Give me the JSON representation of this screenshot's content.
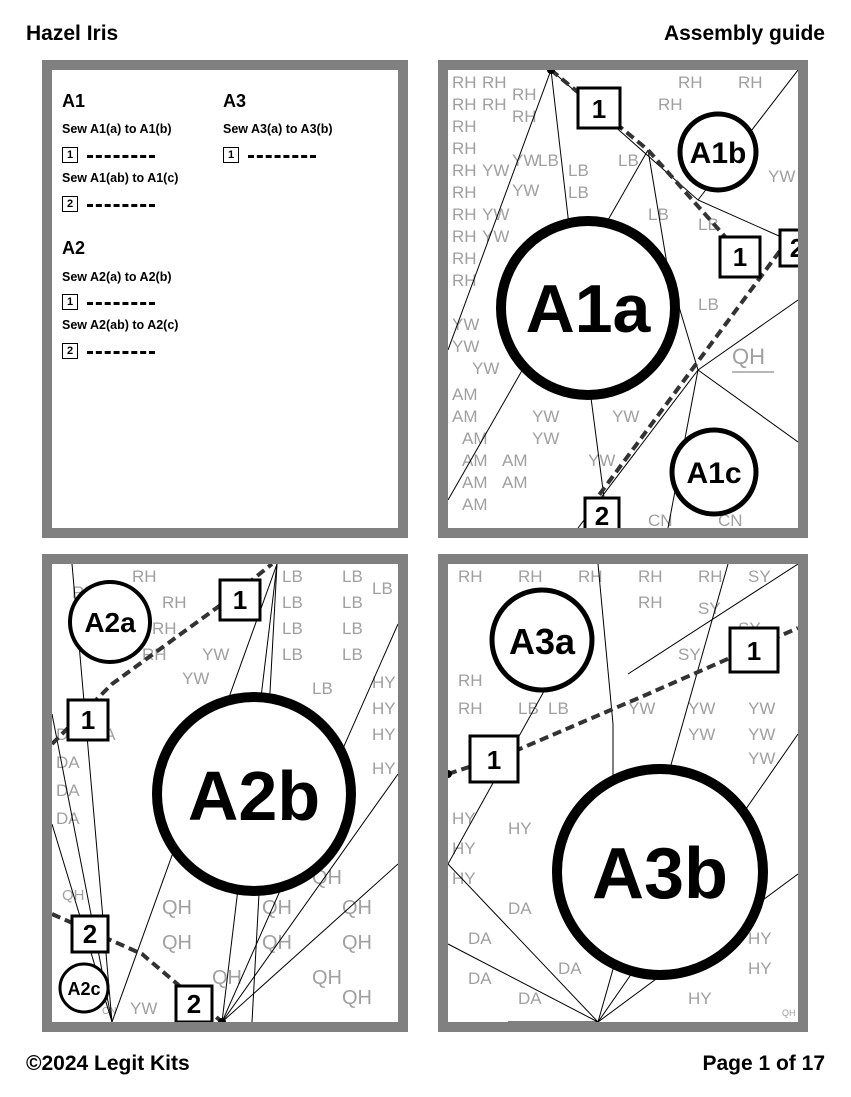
{
  "header": {
    "pattern_name": "Hazel Iris",
    "doc_title": "Assembly guide"
  },
  "footer": {
    "copyright": "©2024 Legit Kits",
    "page": "Page 1 of 17"
  },
  "instructions": {
    "a1": {
      "title": "A1",
      "step1_text": "Sew A1(a) to A1(b)",
      "step1_num": "1",
      "step2_text": "Sew A1(ab) to A1(c)",
      "step2_num": "2"
    },
    "a2": {
      "title": "A2",
      "step1_text": "Sew A2(a) to A2(b)",
      "step1_num": "1",
      "step2_text": "Sew A2(ab) to A2(c)",
      "step2_num": "2"
    },
    "a3": {
      "title": "A3",
      "step1_text": "Sew A3(a) to A3(b)",
      "step1_num": "1"
    }
  },
  "diagrams": {
    "a1": {
      "pieces": [
        "A1a",
        "A1b",
        "A1c"
      ],
      "seam_labels": [
        "1",
        "1",
        "2",
        "2"
      ],
      "color_codes": [
        "RH",
        "YW",
        "LB",
        "AM",
        "QH",
        "CN"
      ]
    },
    "a2": {
      "pieces": [
        "A2a",
        "A2b",
        "A2c"
      ],
      "seam_labels": [
        "1",
        "1",
        "2",
        "2"
      ],
      "color_codes": [
        "RH",
        "LB",
        "YW",
        "HY",
        "DA",
        "QH",
        "CN"
      ]
    },
    "a3": {
      "pieces": [
        "A3a",
        "A3b"
      ],
      "seam_labels": [
        "1",
        "1"
      ],
      "color_codes": [
        "RH",
        "SY",
        "LB",
        "YW",
        "HY",
        "DA",
        "QH"
      ]
    }
  },
  "colors": {
    "frame": "#808080",
    "code_text": "#a0a0a0",
    "ink": "#000000"
  }
}
